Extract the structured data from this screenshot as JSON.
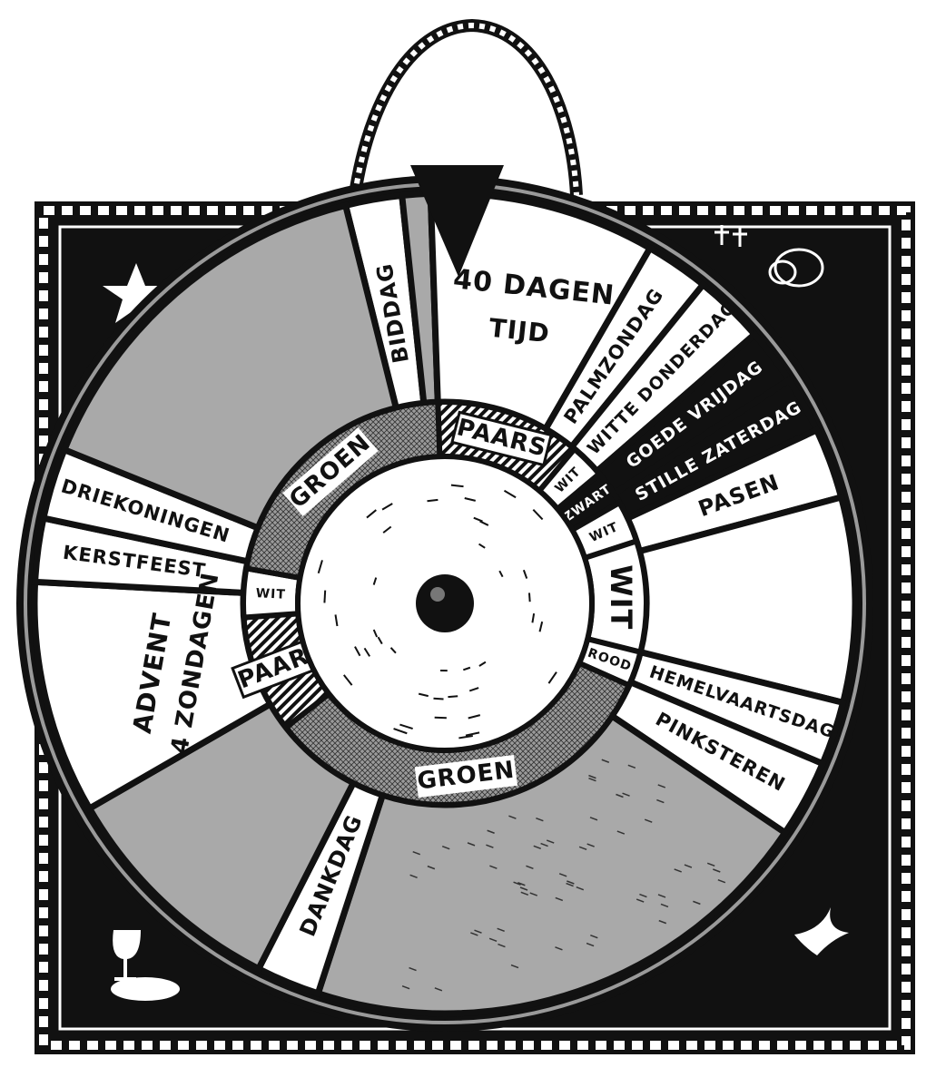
{
  "title": "Liturgical year wheel",
  "colors": {
    "ink": "#111111",
    "grey": "#a9a9a9",
    "paper": "#ffffff",
    "ring_grey": "#8c8c8c"
  },
  "outer_segments": [
    {
      "label": "BIDDAG",
      "fill": "white"
    },
    {
      "label": "",
      "fill": "grey"
    },
    {
      "label": "40 DAGEN",
      "label2": "TIJD",
      "fill": "white"
    },
    {
      "label": "PALMZONDAG",
      "fill": "white"
    },
    {
      "label": "WITTE DONDERDAG",
      "fill": "white"
    },
    {
      "label": "GOEDE VRIJDAG",
      "fill": "black"
    },
    {
      "label": "STILLE ZATERDAG",
      "fill": "black"
    },
    {
      "label": "PASEN",
      "fill": "white"
    },
    {
      "label": "",
      "fill": "white"
    },
    {
      "label": "HEMELVAARTSDAG",
      "fill": "white"
    },
    {
      "label": "PINKSTEREN",
      "fill": "white"
    },
    {
      "label": "",
      "fill": "grey"
    },
    {
      "label": "DANKDAG",
      "fill": "white"
    },
    {
      "label": "",
      "fill": "grey"
    },
    {
      "label": "ADVENT",
      "label2": "4 ZONDAGEN",
      "fill": "white"
    },
    {
      "label": "KERSTFEEST",
      "fill": "white"
    },
    {
      "label": "DRIEKONINGEN",
      "fill": "white"
    },
    {
      "label": "",
      "fill": "grey"
    }
  ],
  "inner_segments": [
    {
      "label": "PAARS",
      "fill": "hatch"
    },
    {
      "label": "WIT",
      "fill": "white"
    },
    {
      "label": "ZWART",
      "fill": "black"
    },
    {
      "label": "WIT",
      "fill": "white"
    },
    {
      "label": "WIT",
      "fill": "white"
    },
    {
      "label": "ROOD",
      "fill": "white"
    },
    {
      "label": "GROEN",
      "fill": "grey"
    },
    {
      "label": "PAARS",
      "fill": "hatch"
    },
    {
      "label": "WIT",
      "fill": "white"
    },
    {
      "label": "GROEN",
      "fill": "grey"
    }
  ],
  "icons": [
    "star-icon",
    "crosses-and-tomb-icon",
    "wine-and-bread-icon",
    "dove-icon",
    "pointer-triangle-icon",
    "rope-hanger-icon"
  ]
}
